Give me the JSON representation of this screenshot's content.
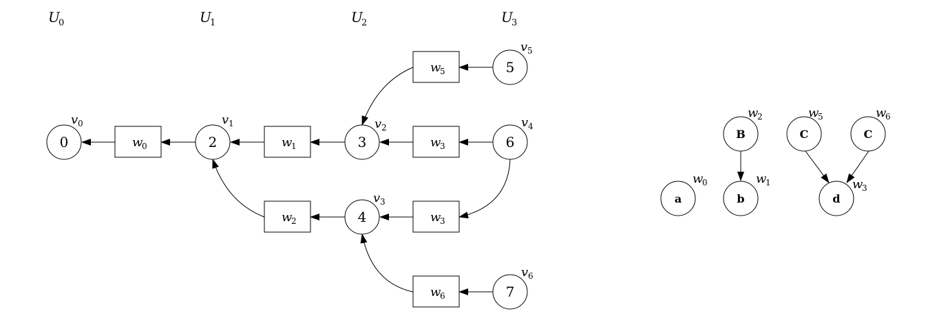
{
  "left_graph": {
    "columns": [
      {
        "id": "U0",
        "base": "U",
        "sub": "0"
      },
      {
        "id": "U1",
        "base": "U",
        "sub": "1"
      },
      {
        "id": "U2",
        "base": "U",
        "sub": "2"
      },
      {
        "id": "U3",
        "base": "U",
        "sub": "3"
      }
    ],
    "circle_nodes": [
      {
        "id": "n0",
        "label": "0",
        "tag_base": "v",
        "tag_sub": "0"
      },
      {
        "id": "n2",
        "label": "2",
        "tag_base": "v",
        "tag_sub": "1"
      },
      {
        "id": "n3",
        "label": "3",
        "tag_base": "v",
        "tag_sub": "2"
      },
      {
        "id": "n4",
        "label": "4",
        "tag_base": "v",
        "tag_sub": "3"
      },
      {
        "id": "n6",
        "label": "6",
        "tag_base": "v",
        "tag_sub": "4"
      },
      {
        "id": "n5",
        "label": "5",
        "tag_base": "v",
        "tag_sub": "5"
      },
      {
        "id": "n7",
        "label": "7",
        "tag_base": "v",
        "tag_sub": "6"
      }
    ],
    "box_nodes": [
      {
        "id": "bw0",
        "base": "w",
        "sub": "0"
      },
      {
        "id": "bw1",
        "base": "w",
        "sub": "1"
      },
      {
        "id": "bw3a",
        "base": "w",
        "sub": "3"
      },
      {
        "id": "bw5",
        "base": "w",
        "sub": "5"
      },
      {
        "id": "bw2",
        "base": "w",
        "sub": "2"
      },
      {
        "id": "bw3b",
        "base": "w",
        "sub": "3"
      },
      {
        "id": "bw6",
        "base": "w",
        "sub": "6"
      }
    ],
    "edges": [
      {
        "from": "bw0",
        "to": "n0"
      },
      {
        "from": "n2",
        "to": "bw0"
      },
      {
        "from": "bw1",
        "to": "n2"
      },
      {
        "from": "n3",
        "to": "bw1"
      },
      {
        "from": "bw3a",
        "to": "n3"
      },
      {
        "from": "n6",
        "to": "bw3a"
      },
      {
        "from": "n5",
        "to": "bw5"
      },
      {
        "from": "bw5",
        "to": "n3",
        "curved": true
      },
      {
        "from": "n6",
        "to": "bw3b",
        "curved": true
      },
      {
        "from": "bw3b",
        "to": "n4"
      },
      {
        "from": "n4",
        "to": "bw2"
      },
      {
        "from": "bw2",
        "to": "n2",
        "curved": true
      },
      {
        "from": "n7",
        "to": "bw6"
      },
      {
        "from": "bw6",
        "to": "n4",
        "curved": true
      }
    ]
  },
  "right_graph": {
    "nodes": [
      {
        "id": "a",
        "label": "a",
        "tag_base": "w",
        "tag_sub": "0"
      },
      {
        "id": "b",
        "label": "b",
        "tag_base": "w",
        "tag_sub": "1"
      },
      {
        "id": "B",
        "label": "B",
        "tag_base": "w",
        "tag_sub": "2"
      },
      {
        "id": "C1",
        "label": "C",
        "tag_base": "w",
        "tag_sub": "5"
      },
      {
        "id": "C2",
        "label": "C",
        "tag_base": "w",
        "tag_sub": "6"
      },
      {
        "id": "d",
        "label": "d",
        "tag_base": "w",
        "tag_sub": "3"
      }
    ],
    "edges": [
      {
        "from": "B",
        "to": "b"
      },
      {
        "from": "C1",
        "to": "d"
      },
      {
        "from": "C2",
        "to": "d"
      }
    ]
  }
}
